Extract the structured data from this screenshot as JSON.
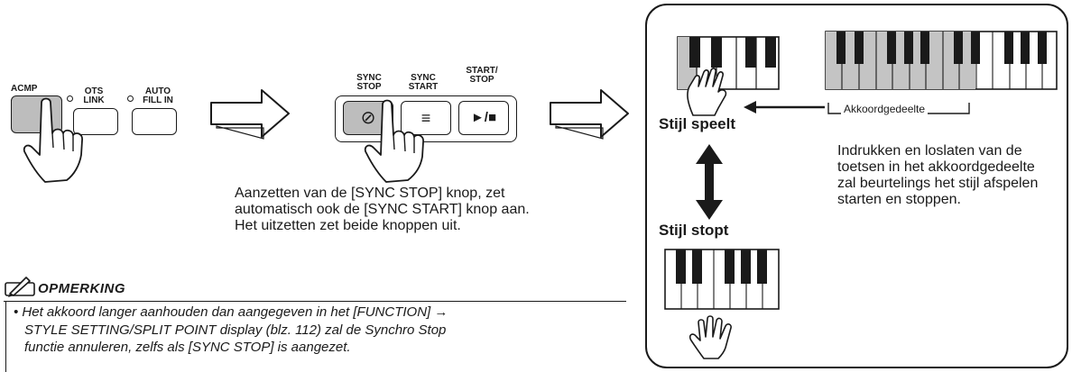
{
  "panel_a": {
    "acmp_label": "ACMP",
    "ots_link_label_1": "OTS",
    "ots_link_label_2": "LINK",
    "auto_fill_label_1": "AUTO",
    "auto_fill_label_2": "FILL IN"
  },
  "panel_b": {
    "sync_stop_label_1": "SYNC",
    "sync_stop_label_2": "STOP",
    "sync_start_label_1": "SYNC",
    "sync_start_label_2": "START",
    "start_stop_label_1": "START/",
    "start_stop_label_2": "STOP",
    "sync_stop_glyph": "⊘",
    "sync_start_glyph": "≡",
    "start_stop_glyph": "►/■",
    "caption_lines": [
      "Aanzetten van de [SYNC STOP] knop, zet",
      "automatisch ook de [SYNC START] knop aan.",
      "Het uitzetten zet beide knoppen uit."
    ]
  },
  "note": {
    "title": "OPMERKING",
    "lines": [
      "• Het akkoord langer aanhouden dan aangegeven in het [FUNCTION] →",
      "STYLE SETTING/SPLIT POINT display (blz. 112) zal de Synchro Stop",
      "functie annuleren, zelfs als [SYNC STOP] is aangezet."
    ]
  },
  "panel_c": {
    "chord_area_label": "Akkoordgedeelte",
    "style_plays": "Stijl speelt",
    "style_stops": "Stijl stopt",
    "description_lines": [
      "Indrukken en loslaten van de",
      "toetsen in het akkoordgedeelte",
      "zal beurtelings het stijl afspelen",
      "starten en stoppen."
    ]
  },
  "colors": {
    "ink": "#1a1a1a",
    "pressed_button": "#bdbdbd",
    "chord_keys": "#c4c4c4"
  }
}
